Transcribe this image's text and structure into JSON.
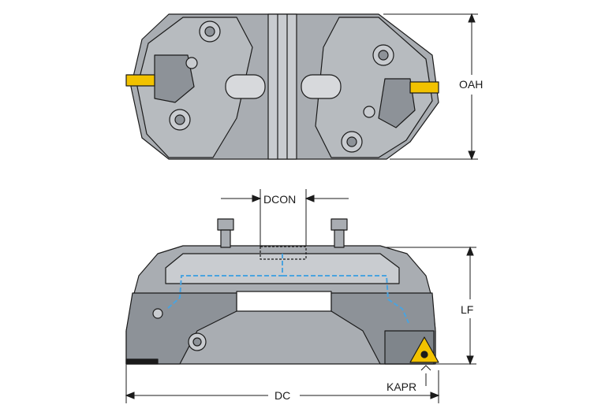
{
  "labels": {
    "oah": "OAH",
    "dcon": "DCON",
    "lf": "LF",
    "kapr": "KAPR",
    "dc": "DC"
  },
  "colors": {
    "body": "#a9adb2",
    "body_dark": "#7f858b",
    "body_light": "#c9ccd0",
    "outline": "#1b1b1b",
    "insert": "#f2c200",
    "coolant": "#4aa3df"
  }
}
